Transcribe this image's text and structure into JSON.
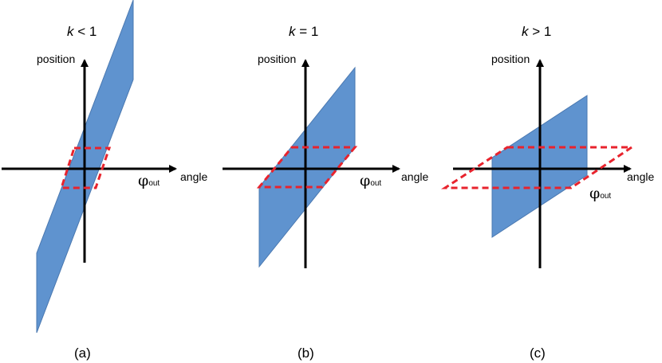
{
  "colors": {
    "band_fill": "#5f93cf",
    "band_stroke": "#4a78b0",
    "dashed": "#e8232d",
    "axis": "#000000"
  },
  "panels": [
    {
      "title_k": "k",
      "title_rel": " < 1",
      "y_axis_label": "position",
      "x_axis_label": "angle",
      "phi_symbol": "φ",
      "phi_sub": "out",
      "caption": "(a)"
    },
    {
      "title_k": "k",
      "title_rel": " = 1",
      "y_axis_label": "position",
      "x_axis_label": "angle",
      "phi_symbol": "φ",
      "phi_sub": "out",
      "caption": "(b)"
    },
    {
      "title_k": "k",
      "title_rel": " > 1",
      "y_axis_label": "position",
      "x_axis_label": "angle",
      "phi_symbol": "φ",
      "phi_sub": "out",
      "caption": "(c)"
    }
  ]
}
